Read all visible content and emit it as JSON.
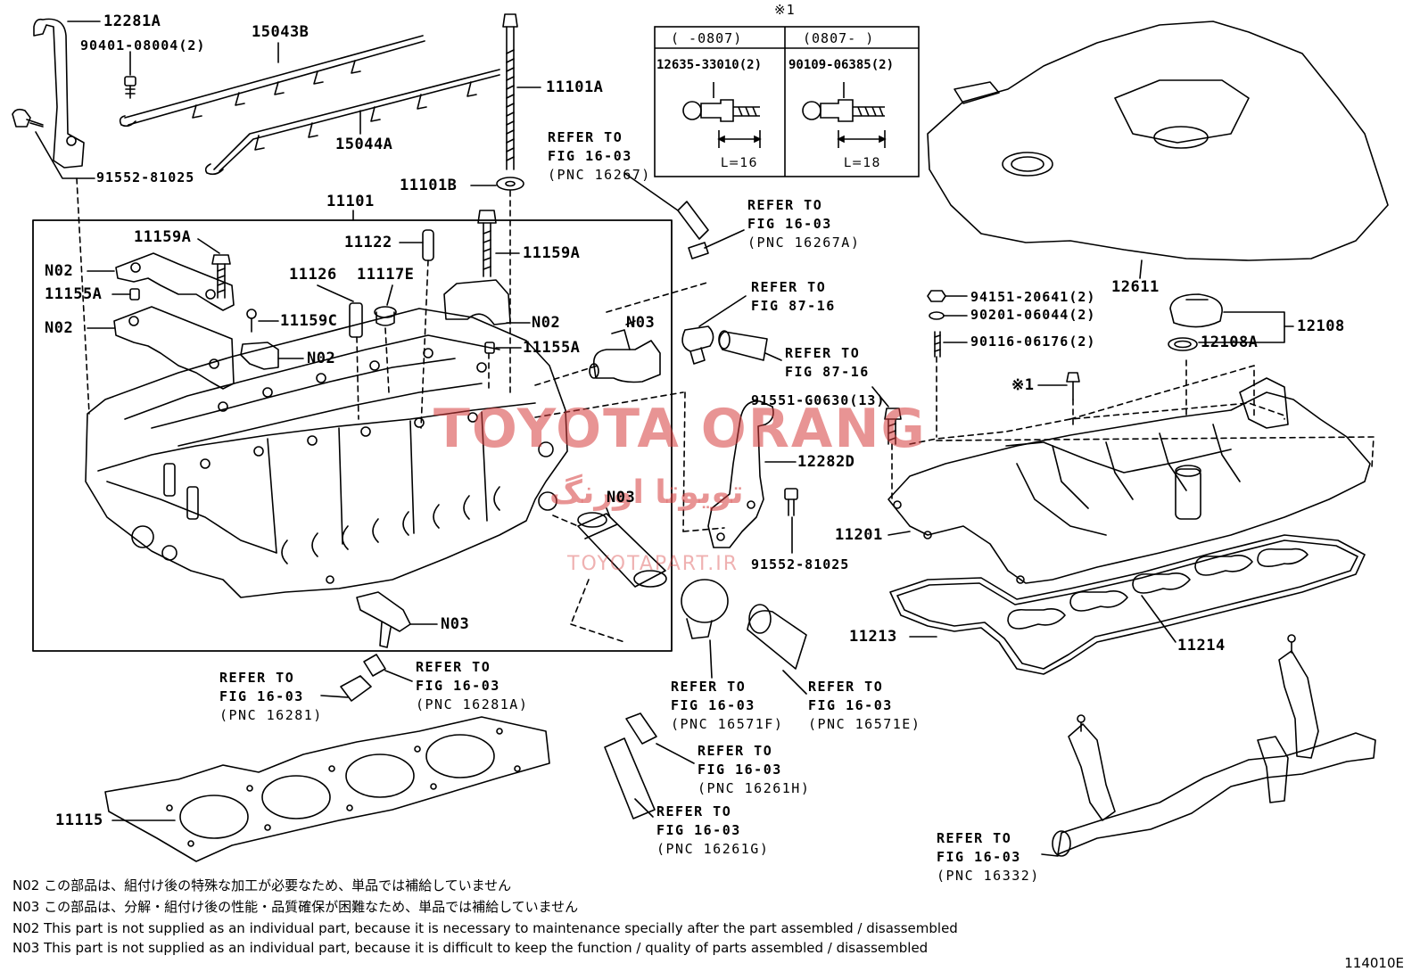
{
  "labels": {
    "p12281a": "12281A",
    "p90401": "90401-08004(2)",
    "p15043b": "15043B",
    "p15044a": "15044A",
    "p91552a": "91552-81025",
    "p11101a": "11101A",
    "p11101b": "11101B",
    "p11101": "11101",
    "p11159a_left": "11159A",
    "p11159a_right": "11159A",
    "p11122": "11122",
    "p11126": "11126",
    "p11117e": "11117E",
    "n02_a": "N02",
    "p11155a_left": "11155A",
    "n02_b": "N02",
    "p11159c": "11159C",
    "n02_c": "N02",
    "n02_d": "N02",
    "p11155a_right": "11155A",
    "n03_a": "N03",
    "n03_b": "N03",
    "n03_c": "N03",
    "p91551": "91551-G0630(13)",
    "p12282d": "12282D",
    "p91552b": "91552-81025",
    "p12611": "12611",
    "p94151": "94151-20641(2)",
    "p90201": "90201-06044(2)",
    "p90116": "90116-06176(2)",
    "p12108": "12108",
    "p12108a": "12108A",
    "star1": "※1",
    "p11201": "11201",
    "p11213": "11213",
    "p11214": "11214",
    "p11115": "11115"
  },
  "inset": {
    "marker": "※1",
    "col1_header": "(    -0807)",
    "col2_header": "(0807-     )",
    "col1_part": "12635-33010(2)",
    "col2_part": "90109-06385(2)",
    "col1_length": "L=16",
    "col2_length": "L=18"
  },
  "refs": {
    "r16267": {
      "line1": "REFER TO",
      "line2": "FIG 16-03",
      "line3": "(PNC 16267)"
    },
    "r16267a": {
      "line1": "REFER TO",
      "line2": "FIG 16-03",
      "line3": "(PNC 16267A)"
    },
    "r8716a": {
      "line1": "REFER TO",
      "line2": "FIG 87-16"
    },
    "r8716b": {
      "line1": "REFER TO",
      "line2": "FIG 87-16"
    },
    "r16281": {
      "line1": "REFER TO",
      "line2": "FIG 16-03",
      "line3": "(PNC 16281)"
    },
    "r16281a": {
      "line1": "REFER TO",
      "line2": "FIG 16-03",
      "line3": "(PNC 16281A)"
    },
    "r16571f": {
      "line1": "REFER TO",
      "line2": "FIG 16-03",
      "line3": "(PNC 16571F)"
    },
    "r16571e": {
      "line1": "REFER TO",
      "line2": "FIG 16-03",
      "line3": "(PNC 16571E)"
    },
    "r16261h": {
      "line1": "REFER TO",
      "line2": "FIG 16-03",
      "line3": "(PNC 16261H)"
    },
    "r16261g": {
      "line1": "REFER TO",
      "line2": "FIG 16-03",
      "line3": "(PNC 16261G)"
    },
    "r16332": {
      "line1": "REFER TO",
      "line2": "FIG 16-03",
      "line3": "(PNC 16332)"
    }
  },
  "notes": {
    "n02_jp": "N02  この部品は、組付け後の特殊な加工が必要なため、単品では補給していません",
    "n03_jp": "N03  この部品は、分解・組付け後の性能・品質確保が困難なため、単品では補給していません",
    "n02_en": "N02  This part is not supplied as an individual part, because it is necessary to maintenance specially after the part assembled / disassembled",
    "n03_en": "N03  This part is not supplied as an individual part, because it is difficult to keep the function / quality of parts  assembled / disassembled"
  },
  "watermark": {
    "main": "TOYOTA ORANG",
    "persian": "تویوتا اورنگ",
    "site": "TOYOTAPART.IR"
  },
  "figure_code": "114010E"
}
